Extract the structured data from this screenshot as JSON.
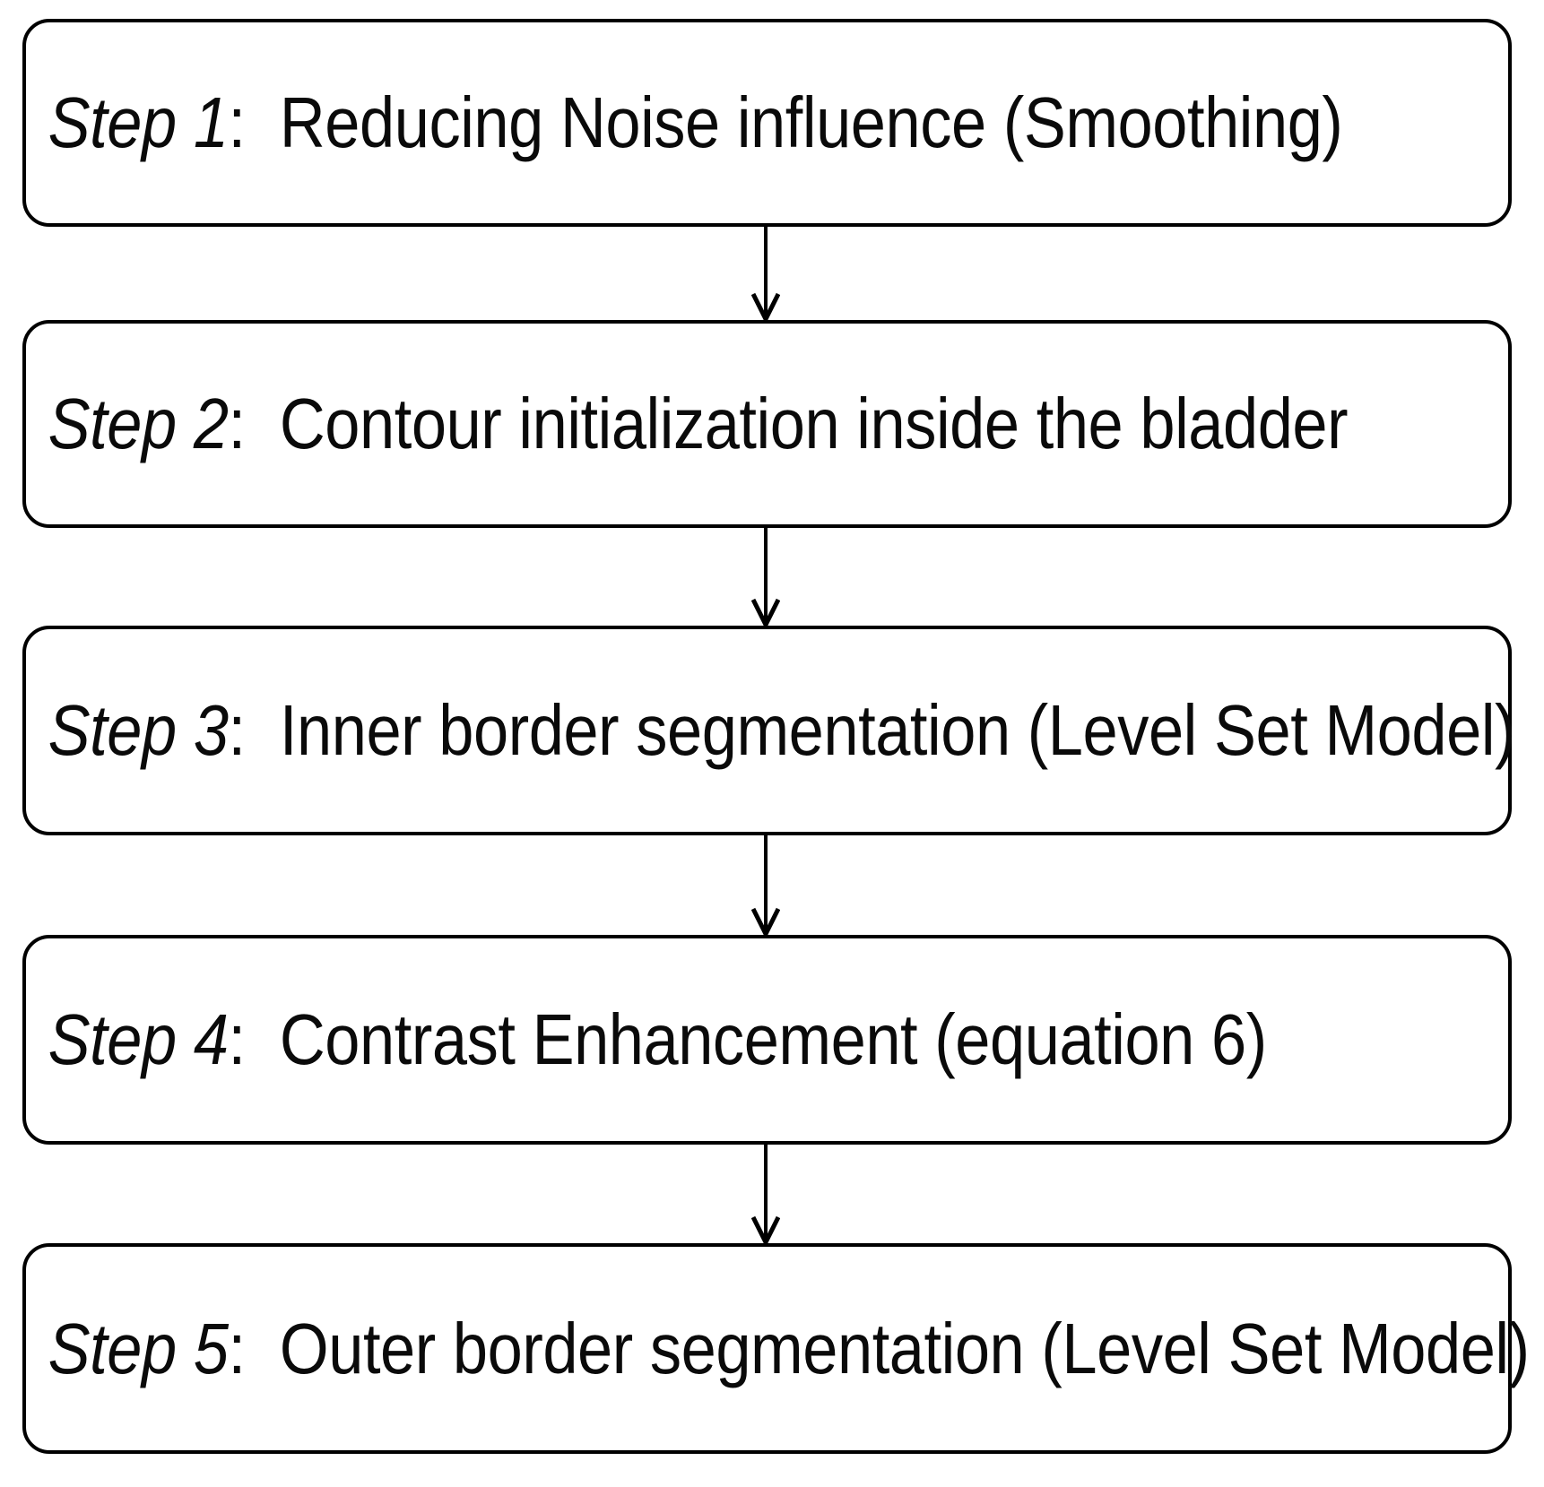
{
  "diagram": {
    "title": "Bladder wall segmentation procedure flowchart",
    "orientation": "vertical-top-to-bottom",
    "background_color": "#ffffff",
    "stroke_color": "#000000",
    "text_color": "#0a0a0a",
    "nodes": [
      {
        "id": "step-1",
        "step_label": "Step 1",
        "separator": ":",
        "description": "Reducing Noise influence (Smoothing)",
        "full_text": "Step 1:  Reducing Noise influence (Smoothing)",
        "shape": "rounded-rectangle"
      },
      {
        "id": "step-2",
        "step_label": "Step 2",
        "separator": ":",
        "description": "Contour initialization inside the bladder",
        "full_text": "Step 2:  Contour initialization inside the bladder",
        "shape": "rounded-rectangle"
      },
      {
        "id": "step-3",
        "step_label": "Step 3",
        "separator": ":",
        "description": "Inner border segmentation (Level Set Model)",
        "full_text": "Step 3:  Inner border segmentation (Level Set Model)",
        "shape": "rounded-rectangle"
      },
      {
        "id": "step-4",
        "step_label": "Step 4",
        "separator": ":",
        "description": "Contrast Enhancement (equation 6)",
        "full_text": "Step 4:  Contrast Enhancement (equation 6)",
        "shape": "rounded-rectangle"
      },
      {
        "id": "step-5",
        "step_label": "Step 5",
        "separator": ":",
        "description": "Outer border segmentation (Level Set Model)",
        "full_text": "Step 5:  Outer border segmentation (Level Set Model)",
        "shape": "rounded-rectangle"
      }
    ],
    "connectors": [
      {
        "id": "arrow-1-2",
        "from": "step-1",
        "to": "step-2",
        "style": "down-arrow-open-head"
      },
      {
        "id": "arrow-2-3",
        "from": "step-2",
        "to": "step-3",
        "style": "down-arrow-open-head"
      },
      {
        "id": "arrow-3-4",
        "from": "step-3",
        "to": "step-4",
        "style": "down-arrow-open-head"
      },
      {
        "id": "arrow-4-5",
        "from": "step-4",
        "to": "step-5",
        "style": "down-arrow-open-head"
      }
    ]
  }
}
